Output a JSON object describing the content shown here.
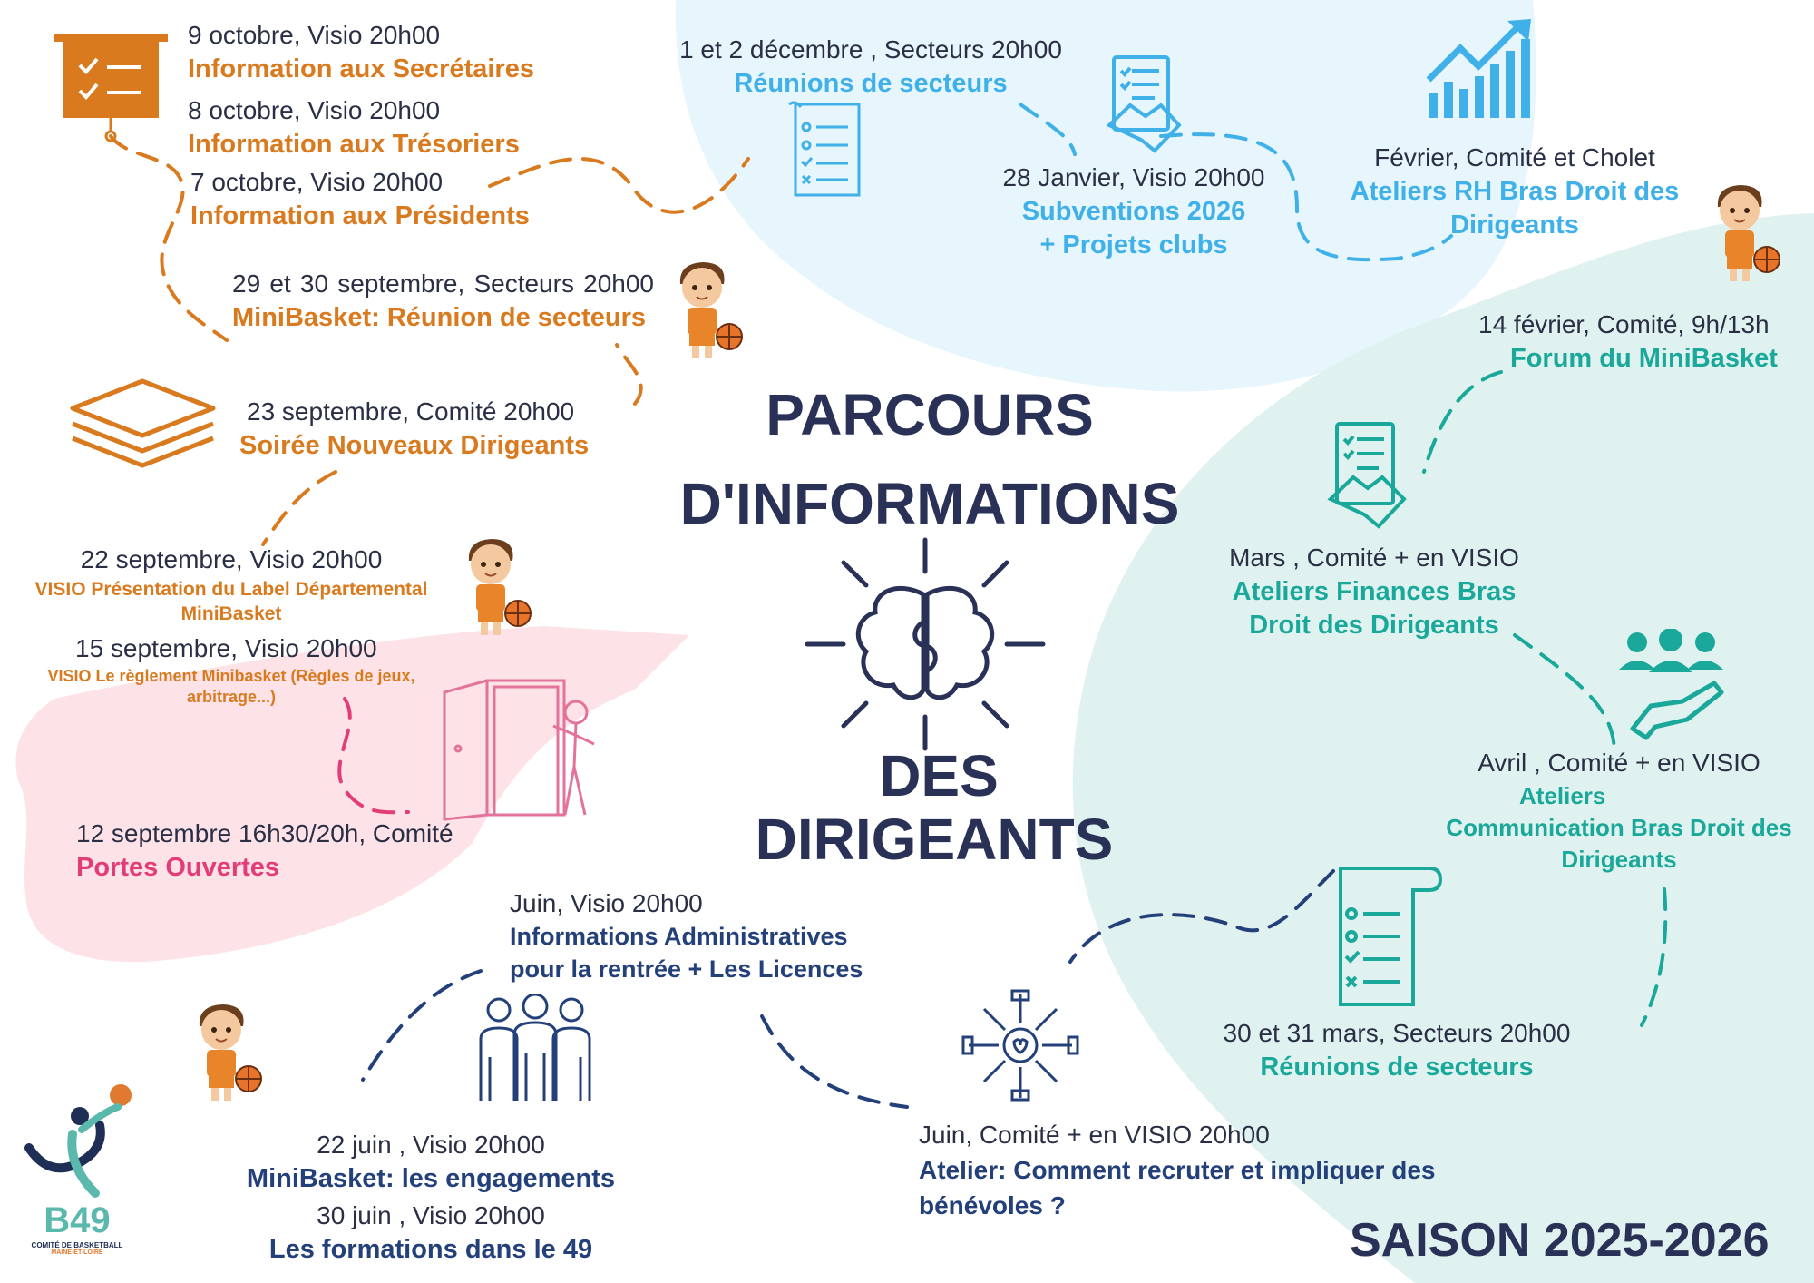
{
  "title": {
    "line1": "PARCOURS",
    "line2": "D'INFORMATIONS",
    "line3": "DES",
    "line4": "DIRIGEANTS"
  },
  "saison": "SAISON 2025-2026",
  "logo": {
    "mark": "B49",
    "line1": "COMITÉ DE BASKETBALL",
    "line2": "MAINE-ET-LOIRE"
  },
  "events": {
    "secretaires": {
      "date": "9 octobre, Visio 20h00",
      "title": "Information aux Secrétaires"
    },
    "tresoriers": {
      "date": "8 octobre, Visio 20h00",
      "title": "Information aux Trésoriers"
    },
    "presidents": {
      "date": "7 octobre, Visio 20h00",
      "title": "Information aux Présidents"
    },
    "minibasket_secteurs": {
      "date": "29 et 30 septembre, Secteurs 20h00",
      "title": "MiniBasket: Réunion de secteurs"
    },
    "nouveaux_dirigeants": {
      "date": "23 septembre, Comité  20h00",
      "title": "Soirée Nouveaux Dirigeants"
    },
    "label_minibasket": {
      "date": "22 septembre, Visio 20h00",
      "title": "VISIO Présentation du Label Départemental MiniBasket"
    },
    "reglement": {
      "date": "15 septembre, Visio 20h00",
      "title": "VISIO Le règlement Minibasket (Règles de jeux, arbitrage...)"
    },
    "portes_ouvertes": {
      "date": "12 septembre 16h30/20h, Comité",
      "title": "Portes Ouvertes"
    },
    "decembre": {
      "date": "1 et 2 décembre , Secteurs 20h00",
      "title": "Réunions de secteurs"
    },
    "subventions": {
      "date": "28 Janvier, Visio 20h00",
      "title_line1": "Subventions 2026",
      "title_line2": "+ Projets clubs"
    },
    "ateliers_rh": {
      "date": "Février, Comité et Cholet",
      "title": "Ateliers RH Bras Droit des Dirigeants"
    },
    "forum": {
      "date": "14 février, Comité, 9h/13h",
      "title": "Forum du MiniBasket"
    },
    "finances": {
      "date": "Mars , Comité + en VISIO",
      "title": "Ateliers Finances Bras Droit des Dirigeants"
    },
    "communication": {
      "date": "Avril , Comité + en VISIO",
      "title_line1": "Ateliers",
      "title_line2": "Communication Bras Droit des",
      "title_line3": "Dirigeants"
    },
    "mars_secteurs": {
      "date": "30 et 31 mars, Secteurs 20h00",
      "title": "Réunions de secteurs"
    },
    "benevoles": {
      "date": "Juin, Comité + en VISIO 20h00",
      "title": "Atelier: Comment recruter et impliquer des bénévoles ?"
    },
    "administratives": {
      "date": "Juin, Visio 20h00",
      "title": "Informations Administratives pour la rentrée + Les Licences"
    },
    "engagements": {
      "date": "22 juin , Visio 20h00",
      "title": "MiniBasket: les engagements"
    },
    "formations": {
      "date": "30 juin , Visio 20h00",
      "title": "Les formations dans le 49"
    }
  },
  "colors": {
    "orange": "#d97a1e",
    "light_blue": "#3fb1e8",
    "teal": "#1aa89a",
    "navy": "#24407a",
    "pink": "#e33d78",
    "title": "#2a3157"
  },
  "icons": [
    "presentation-board-icon",
    "stacked-papers-icon",
    "open-door-icon",
    "checklist-scroll-icon",
    "handshake-contract-icon",
    "growth-chart-icon",
    "people-care-hand-icon",
    "team-hands-icon",
    "group-people-icon",
    "brain-icon",
    "basketball-kid-icon"
  ]
}
